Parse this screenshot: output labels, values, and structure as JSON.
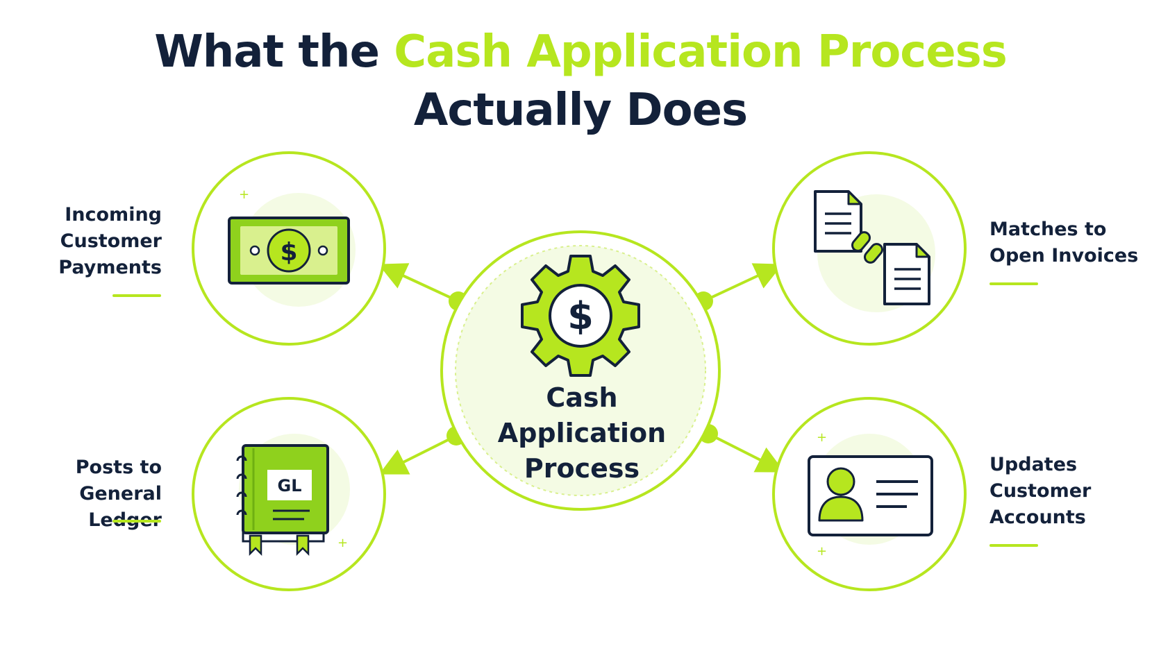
{
  "title": {
    "prefix": "What the ",
    "highlight": "Cash Application Process",
    "line2": "Actually Does"
  },
  "center": {
    "label_lines": [
      "Cash",
      "Application",
      "Process"
    ],
    "icon": "gear-dollar-icon"
  },
  "nodes": [
    {
      "id": "incoming-payments",
      "label_lines": [
        "Incoming",
        "Customer",
        "Payments"
      ],
      "icon": "banknote-icon"
    },
    {
      "id": "general-ledger",
      "label_lines": [
        "Posts to",
        "General Ledger"
      ],
      "icon": "ledger-book-icon",
      "icon_text": "GL"
    },
    {
      "id": "open-invoices",
      "label_lines": [
        "Matches to",
        "Open Invoices"
      ],
      "icon": "linked-documents-icon"
    },
    {
      "id": "customer-accounts",
      "label_lines": [
        "Updates",
        "Customer",
        "Accounts"
      ],
      "icon": "id-card-icon"
    }
  ],
  "colors": {
    "accent": "#b6e61f",
    "accent_soft": "#eef8d6",
    "dark": "#13213a",
    "white": "#ffffff"
  }
}
